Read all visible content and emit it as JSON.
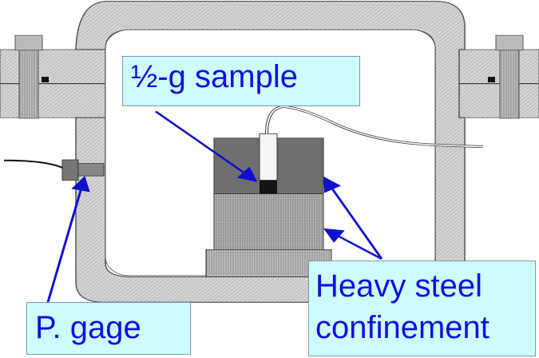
{
  "labels": {
    "sample": "½-g sample",
    "gage": "P. gage",
    "steel_line1": "Heavy steel",
    "steel_line2": "confinement"
  },
  "colors": {
    "label_bg": "#ccfcfc",
    "label_text": "#1010e0",
    "arrow": "#1010d0",
    "steel": "#c8c8c8",
    "block_dark": "#6e6e6e"
  }
}
